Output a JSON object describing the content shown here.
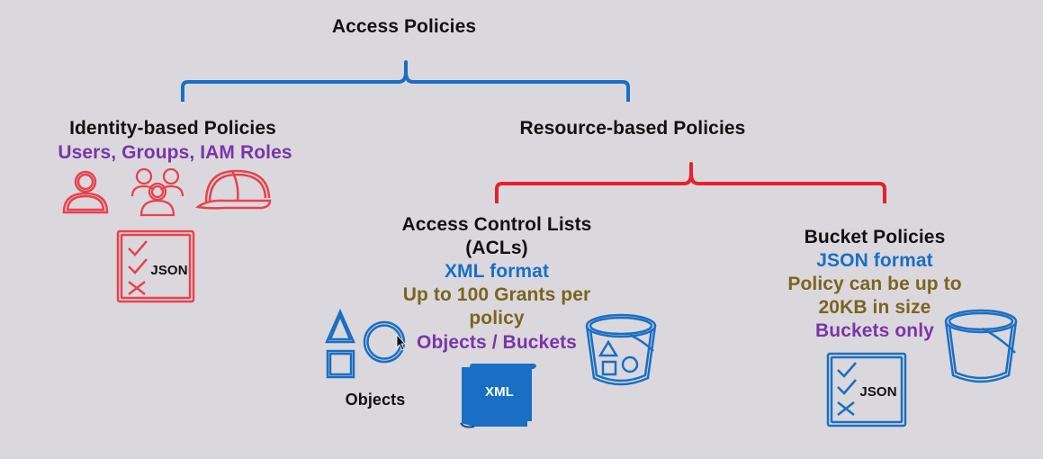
{
  "root": {
    "title": "Access Policies"
  },
  "identity": {
    "title": "Identity-based Policies",
    "subtitle": "Users, Groups, IAM Roles",
    "json_badge": "JSON",
    "colors": {
      "accent": "#e8424f",
      "subtitle": "#7a35a8"
    },
    "icons": [
      "user-icon",
      "group-icon",
      "hard-hat-icon",
      "json-policy-doc-icon"
    ]
  },
  "resource": {
    "title": "Resource-based Policies",
    "colors": {
      "bracket": "#e8202e"
    },
    "acl": {
      "title_line1": "Access Control Lists",
      "title_line2": "(ACLs)",
      "format": "XML format",
      "limit_line1": "Up to 100 Grants per",
      "limit_line2": "policy",
      "scope": "Objects / Buckets",
      "objects_label": "Objects",
      "xml_badge": "XML",
      "icons": [
        "objects-shapes-icon",
        "bucket-with-objects-icon",
        "xml-scroll-icon"
      ]
    },
    "bucket_policy": {
      "title": "Bucket Policies",
      "format": "JSON format",
      "limit_line1": "Policy can be up to",
      "limit_line2": "20KB in size",
      "scope": "Buckets only",
      "json_badge": "JSON",
      "icons": [
        "json-policy-doc-icon",
        "bucket-icon"
      ]
    }
  },
  "colors": {
    "background": "#dad8dc",
    "blue": "#1a6fc4",
    "purple": "#7a35a8",
    "olive": "#7a6420",
    "red": "#e8424f"
  }
}
